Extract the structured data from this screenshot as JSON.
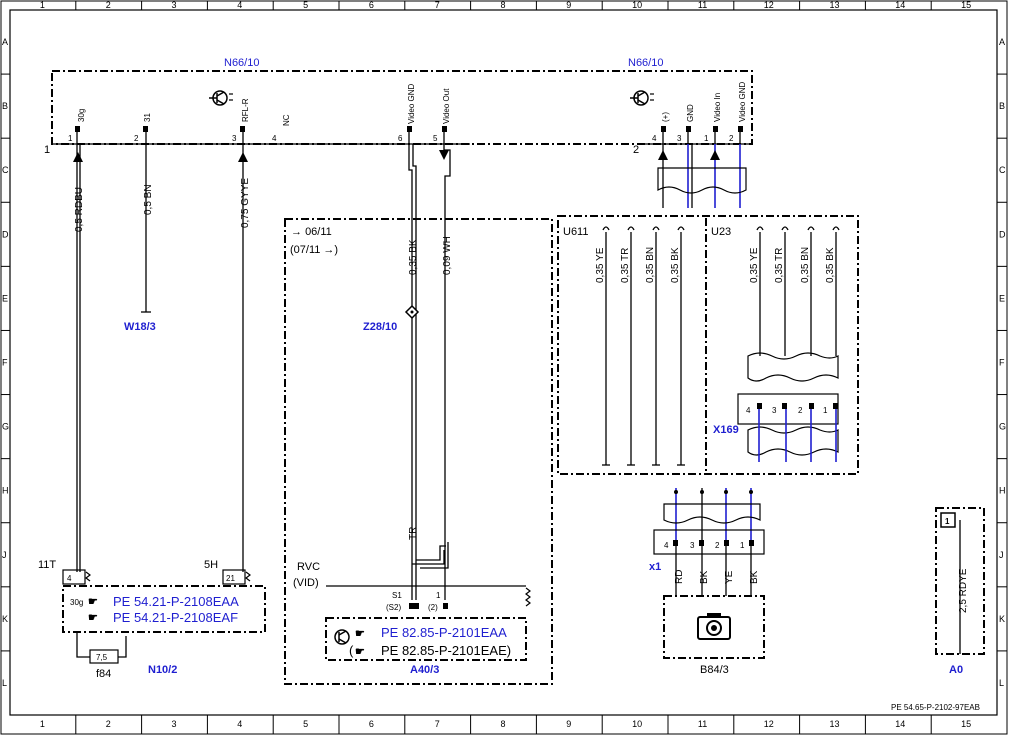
{
  "grid": {
    "columns": [
      "1",
      "2",
      "3",
      "4",
      "5",
      "6",
      "7",
      "8",
      "9",
      "10",
      "11",
      "12",
      "13",
      "14",
      "15"
    ],
    "rows": [
      "A",
      "B",
      "C",
      "D",
      "E",
      "F",
      "G",
      "H",
      "J",
      "K",
      "L"
    ]
  },
  "components": {
    "n66_left": "N66/10",
    "n66_right": "N66/10",
    "w18": "W18/3",
    "z28": "Z28/10",
    "x169": "X169",
    "x1": "x1",
    "n10": "N10/2",
    "a40": "A40/3",
    "b84": "B84/3",
    "a0": "A0",
    "f84": "f84",
    "u611": "U611",
    "u23": "U23"
  },
  "connector_labels": {
    "n66_left_num": "1",
    "n66_right_num": "2",
    "n10_conn_11t": "11T",
    "n10_conn_5h": "5H",
    "rvc": "RVC",
    "vid": "(VID)"
  },
  "version_notes": {
    "from": "06/11",
    "to": "(07/11"
  },
  "pins_left": [
    {
      "num": "1",
      "name": "30g"
    },
    {
      "num": "2",
      "name": "31"
    },
    {
      "num": "3",
      "name": "RFL-R"
    },
    {
      "num": "4",
      "name": "NC"
    },
    {
      "num": "6",
      "name": "Video GND"
    },
    {
      "num": "5",
      "name": "Video Out"
    }
  ],
  "pins_right": [
    {
      "num": "4",
      "name": "(+)"
    },
    {
      "num": "3",
      "name": "GND"
    },
    {
      "num": "1",
      "name": "Video In"
    },
    {
      "num": "2",
      "name": "Video GND"
    }
  ],
  "wires": {
    "w1": "0,5 RDBU",
    "w2": "0,5 BN",
    "w3": "0,75 GYYE",
    "w6": "0,35 BK",
    "w5": "0,09 WH",
    "tr": "TR",
    "u611": [
      "0,35 YE",
      "0,35 TR",
      "0,35 BN",
      "0,35 BK"
    ],
    "u23": [
      "0,35 YE",
      "0,35 TR",
      "0,35 BN",
      "0,35 BK"
    ],
    "a0": "2,5 RDYE"
  },
  "x169_pins": [
    "4",
    "3",
    "2",
    "1"
  ],
  "x1_pins": [
    "4",
    "3",
    "2",
    "1"
  ],
  "x1_colors": [
    "RD",
    "BK",
    "YE",
    "BK"
  ],
  "n10": {
    "pin_4": "4",
    "pin_21": "21",
    "pin_30g": "30g",
    "ref1": "PE 54.21-P-2108EAA",
    "ref2": "PE 54.21-P-2108EAF",
    "fuse": "7,5"
  },
  "a40": {
    "s1": "S1",
    "s2": "(S2)",
    "p1": "1",
    "p2": "(2)",
    "ref1": "PE 82.85-P-2101EAA",
    "ref2": "PE 82.85-P-2101EAE)",
    "ref2_prefix": "("
  },
  "footer_code": "PE 54.65-P-2102-97EAB",
  "a0_icon": "1",
  "colors": {
    "component_label": "#1f1fd0",
    "line": "#000000",
    "wire_blue": "#1f1fd0"
  },
  "icons": {
    "transistor": "transistor-symbol-icon",
    "camera": "camera-icon",
    "pointer": "hand-pointer-icon",
    "info": "info-box-icon"
  }
}
